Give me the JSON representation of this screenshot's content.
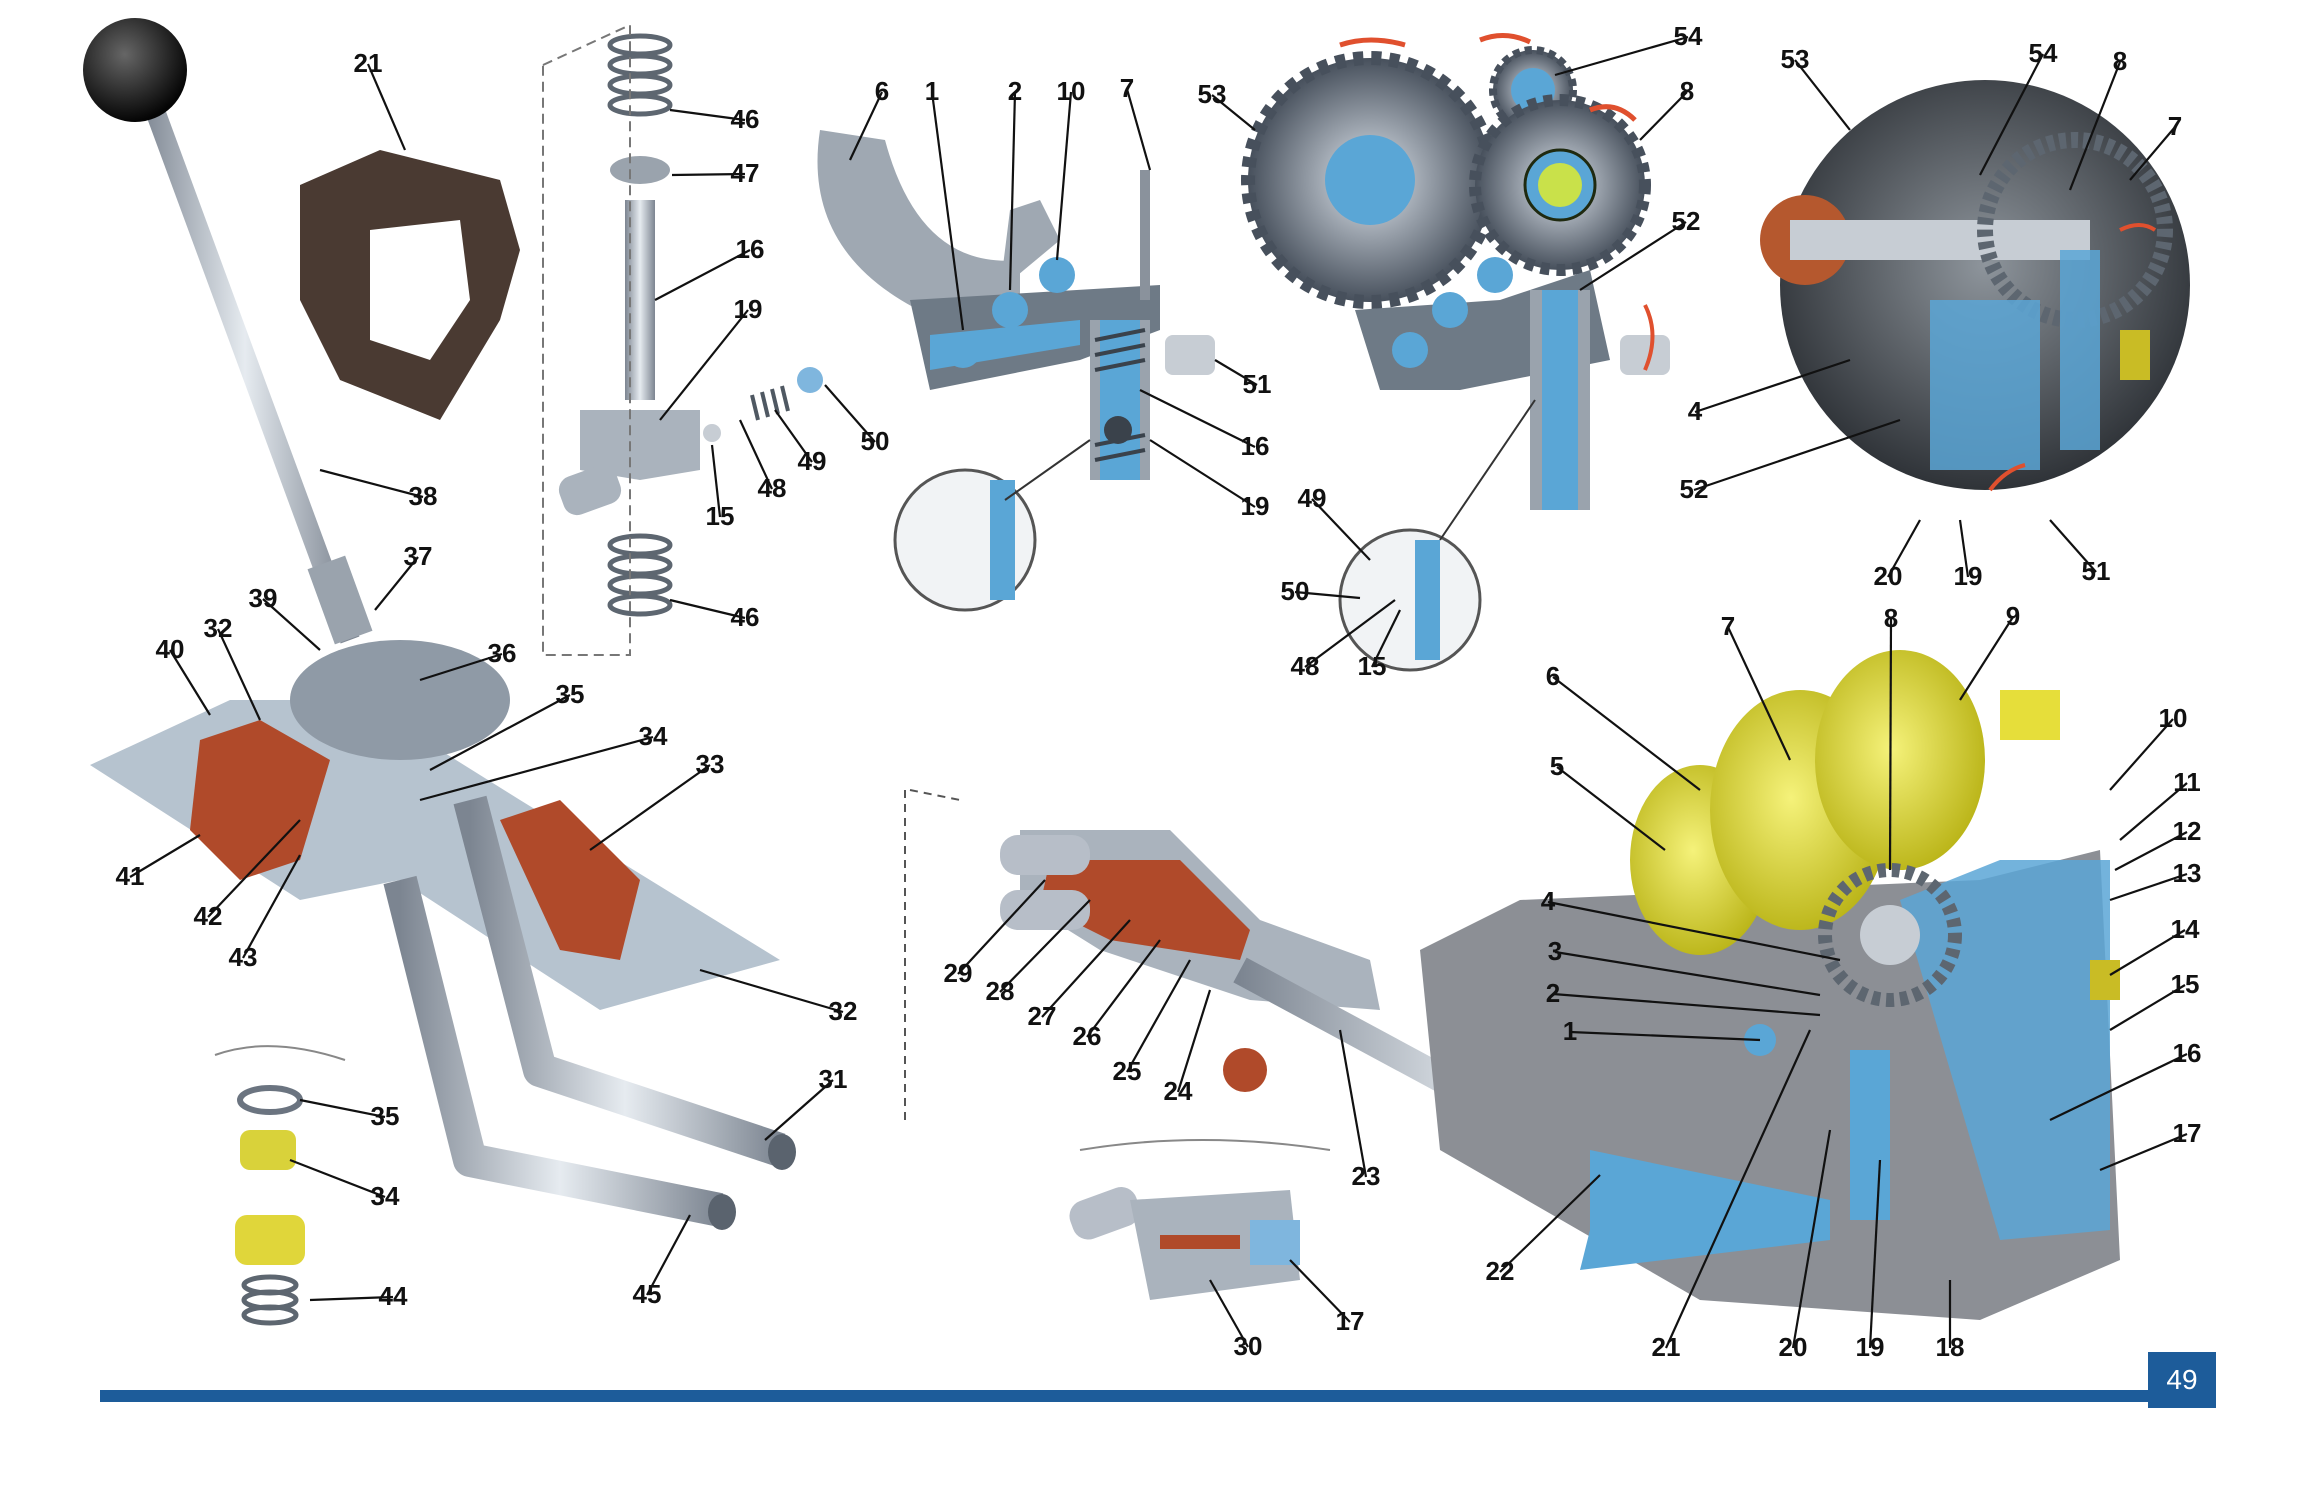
{
  "page": {
    "number": "49"
  },
  "colors": {
    "section_blue": "#5aa6d6",
    "copper": "#b04a2a",
    "steel": "#b7bec8",
    "gear_yellow": "#e4e23a",
    "page_bar": "#1d5c9a"
  },
  "callouts": {
    "lever_assembly": [
      "21",
      "46",
      "47",
      "16",
      "19",
      "50",
      "49",
      "48",
      "15",
      "46",
      "38",
      "37",
      "39",
      "36",
      "40",
      "32",
      "35",
      "34",
      "33",
      "41",
      "42",
      "43",
      "32",
      "35",
      "34",
      "44",
      "31",
      "45"
    ],
    "selector_detail": [
      "6",
      "1",
      "2",
      "10",
      "7",
      "51",
      "16",
      "19"
    ],
    "gear_detail": [
      "54",
      "53",
      "8",
      "52",
      "49",
      "50",
      "48",
      "15"
    ],
    "circle_detail": [
      "53",
      "54",
      "8",
      "7",
      "4",
      "52",
      "20",
      "19",
      "51"
    ],
    "linkage": [
      "29",
      "28",
      "27",
      "26",
      "25",
      "24",
      "23",
      "17",
      "30"
    ],
    "gearbox": [
      "7",
      "8",
      "9",
      "6",
      "5",
      "10",
      "11",
      "12",
      "13",
      "4",
      "14",
      "3",
      "2",
      "15",
      "1",
      "16",
      "17",
      "22",
      "21",
      "20",
      "19",
      "18"
    ]
  }
}
